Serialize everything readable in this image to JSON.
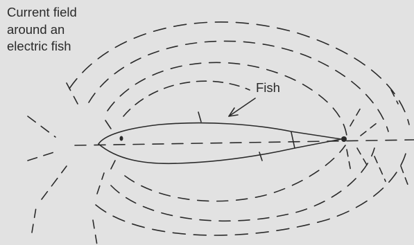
{
  "caption": {
    "lines": [
      "Current field",
      "around an",
      "electric fish"
    ]
  },
  "fish_label": "Fish",
  "colors": {
    "background": "#e2e2e2",
    "ink": "#2a2a2a",
    "show_through": "#d0d0d0"
  }
}
